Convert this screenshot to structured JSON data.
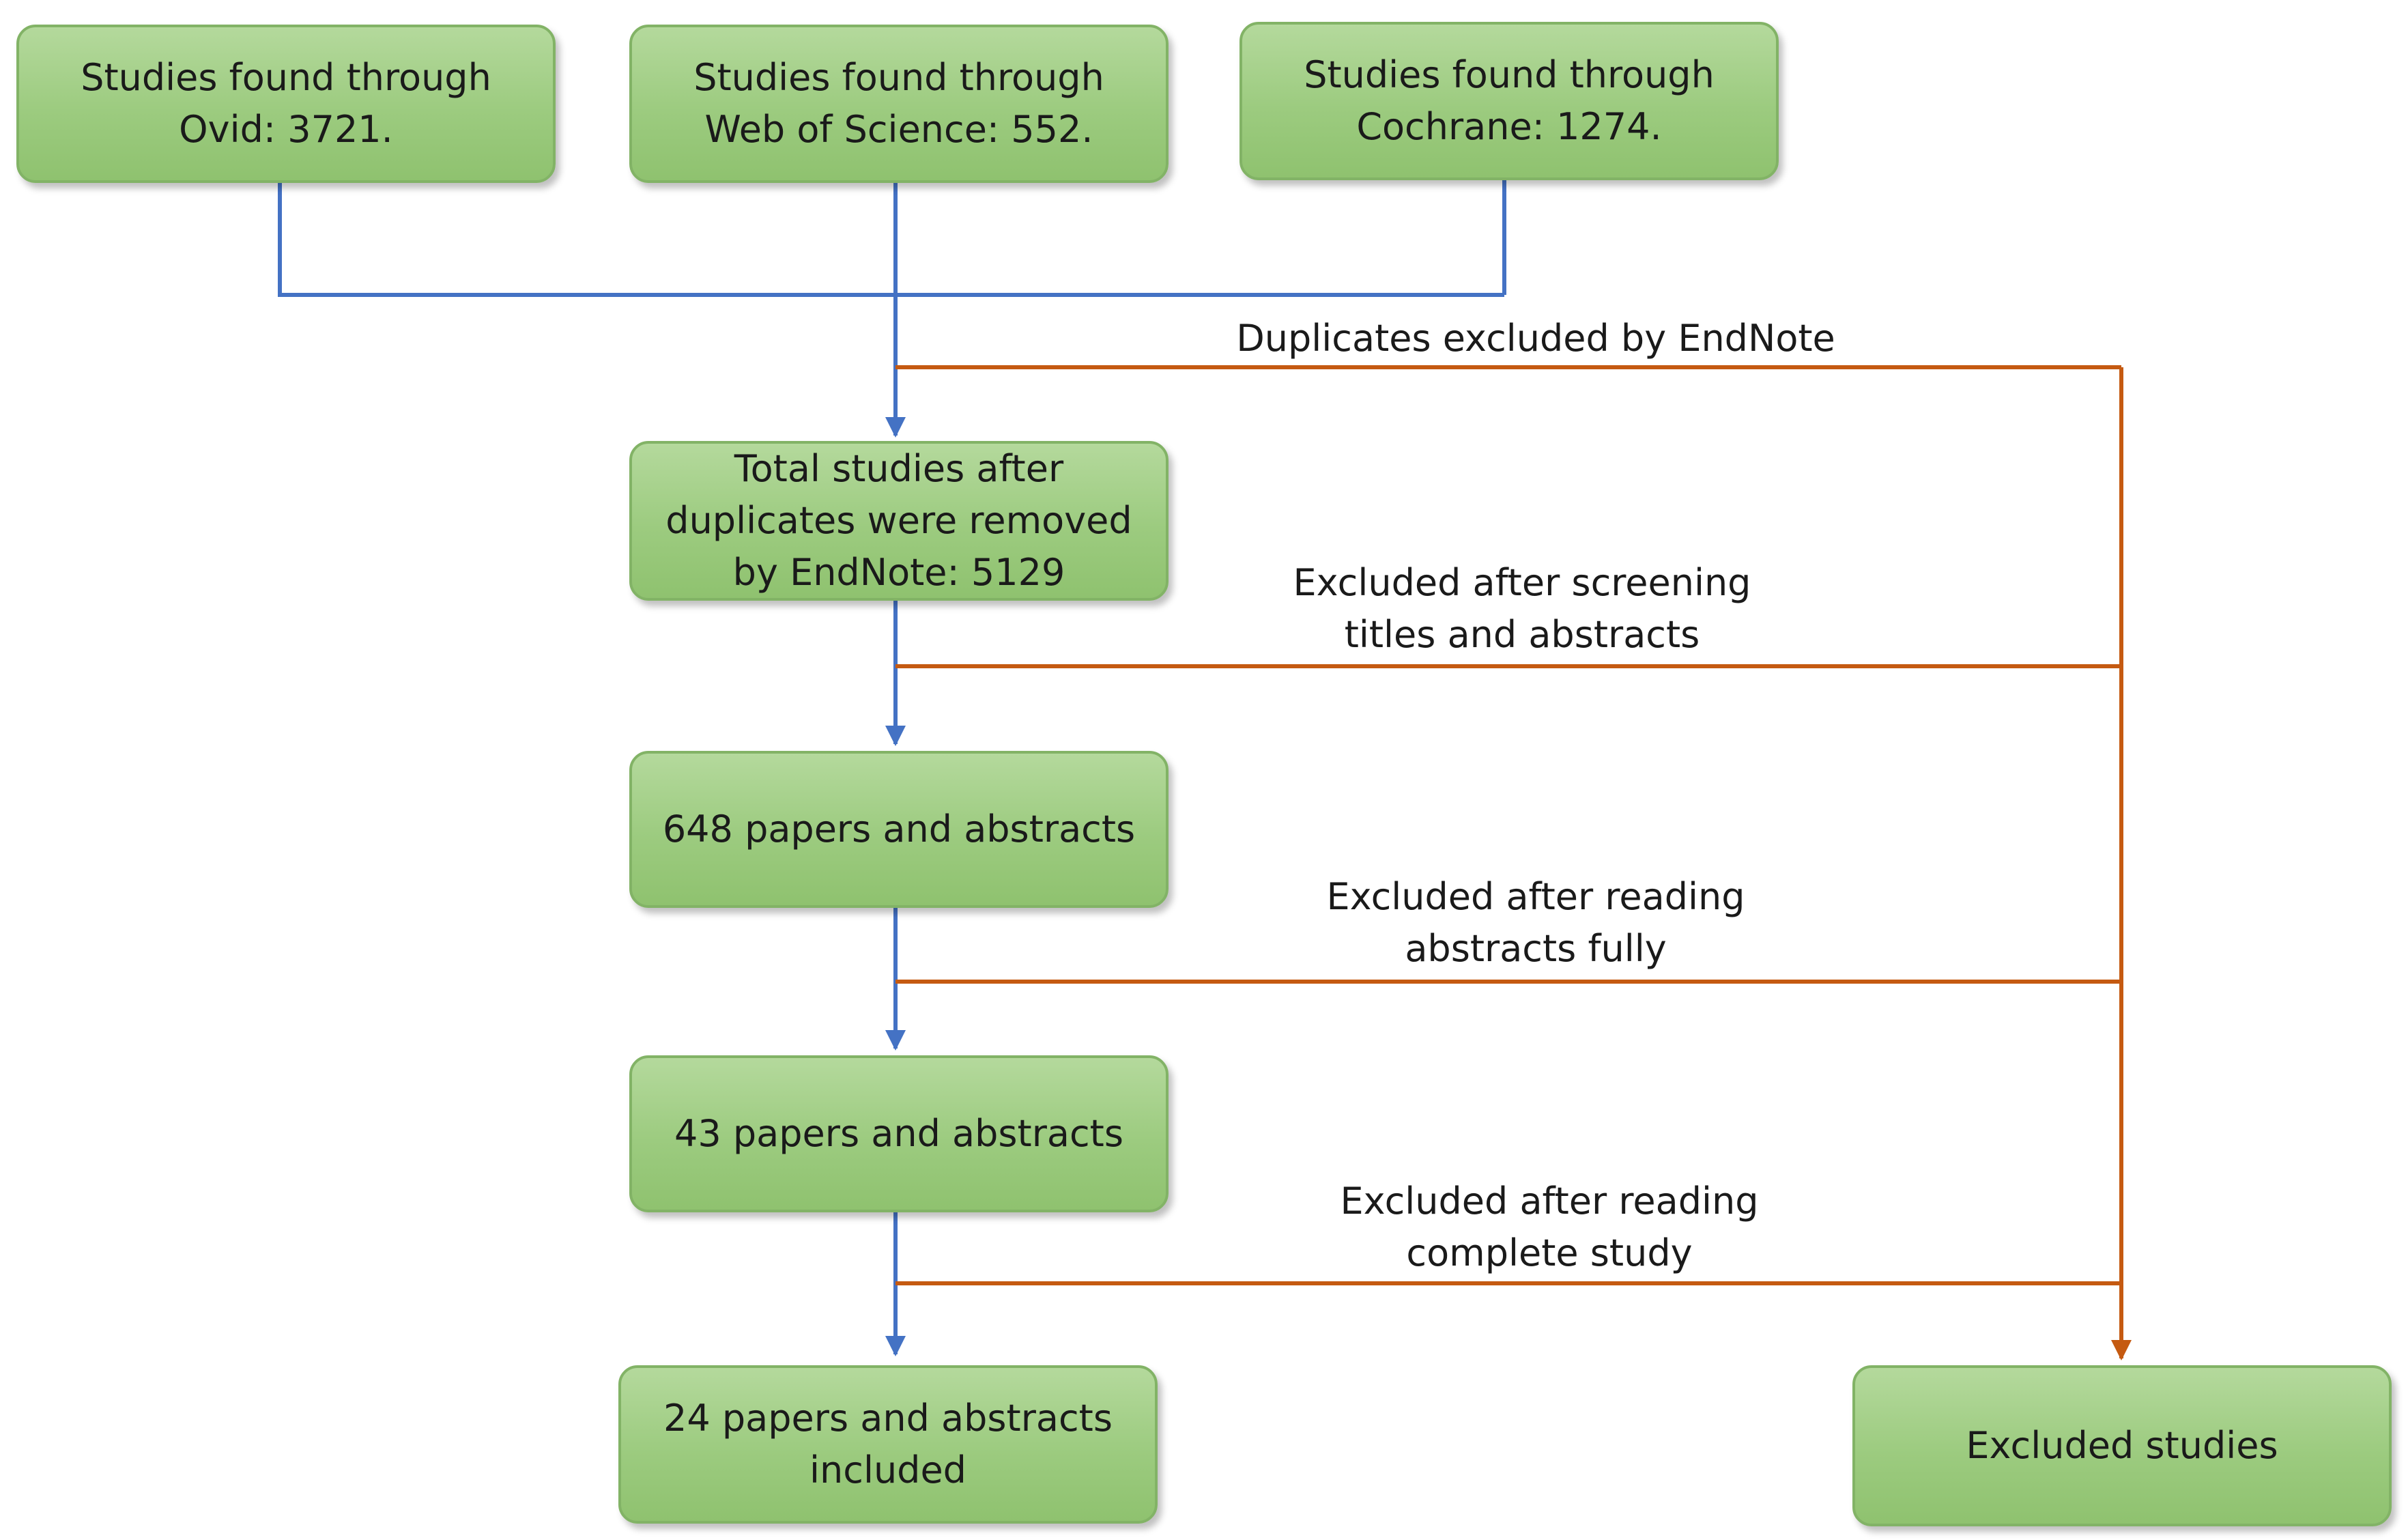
{
  "sources": {
    "ovid": "Studies found through\nOvid: 3721.",
    "web_of_science": "Studies found through\nWeb of Science: 552.",
    "cochrane": "Studies found through\nCochrane: 1274."
  },
  "steps": {
    "after_duplicates": "Total studies after\nduplicates were removed\nby EndNote: 5129",
    "papers_648": "648 papers and abstracts",
    "papers_43": "43 papers and abstracts",
    "papers_24": "24 papers and abstracts\nincluded",
    "excluded": "Excluded studies"
  },
  "exclusions": {
    "duplicates": "Duplicates excluded by EndNote",
    "screening": "Excluded after screening\ntitles and abstracts",
    "abstracts": "Excluded after reading\nabstracts fully",
    "complete": "Excluded after reading\ncomplete study"
  },
  "colors": {
    "flow_line": "#4472c4",
    "exclusion_line": "#c55a11",
    "box_fill": "#a9d18e",
    "box_border": "#82b366"
  }
}
